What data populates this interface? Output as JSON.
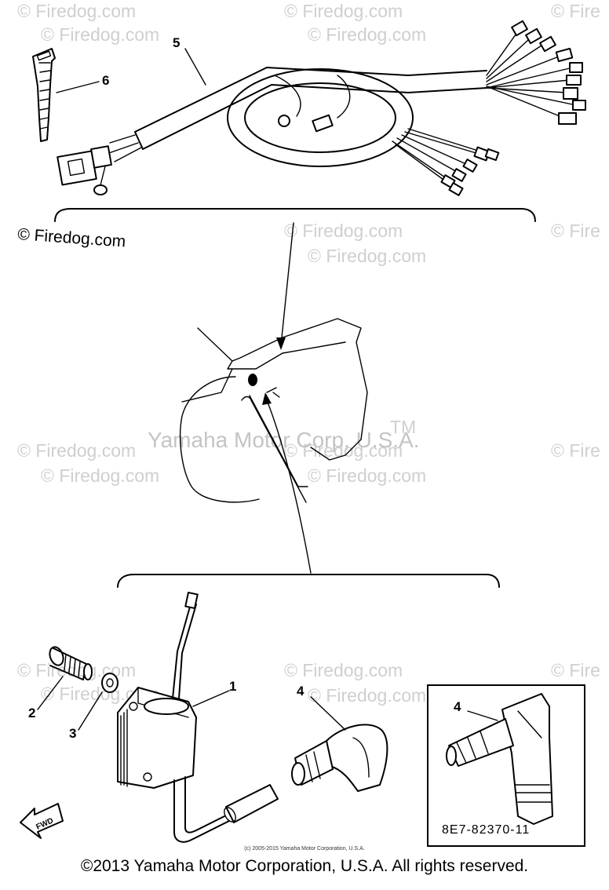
{
  "watermarks": {
    "site": "© Firedog.com",
    "site_partial": "© Fire",
    "corp": "Yamaha Motor Corp, U.S.A.",
    "tm": "TM"
  },
  "callouts": {
    "part_1": "1",
    "part_2": "2",
    "part_3": "3",
    "part_4": "4",
    "part_4_inset": "4",
    "part_5": "5",
    "part_6": "6"
  },
  "inset": {
    "part_code": "8E7-82370-11"
  },
  "fwd_arrow": {
    "label": "FWD"
  },
  "footer": {
    "small_copyright": "(c) 2005-2015 Yamaha Motor Corporation, U.S.A.",
    "main_copyright": "©2013 Yamaha Motor Corporation, U.S.A. All rights reserved."
  }
}
